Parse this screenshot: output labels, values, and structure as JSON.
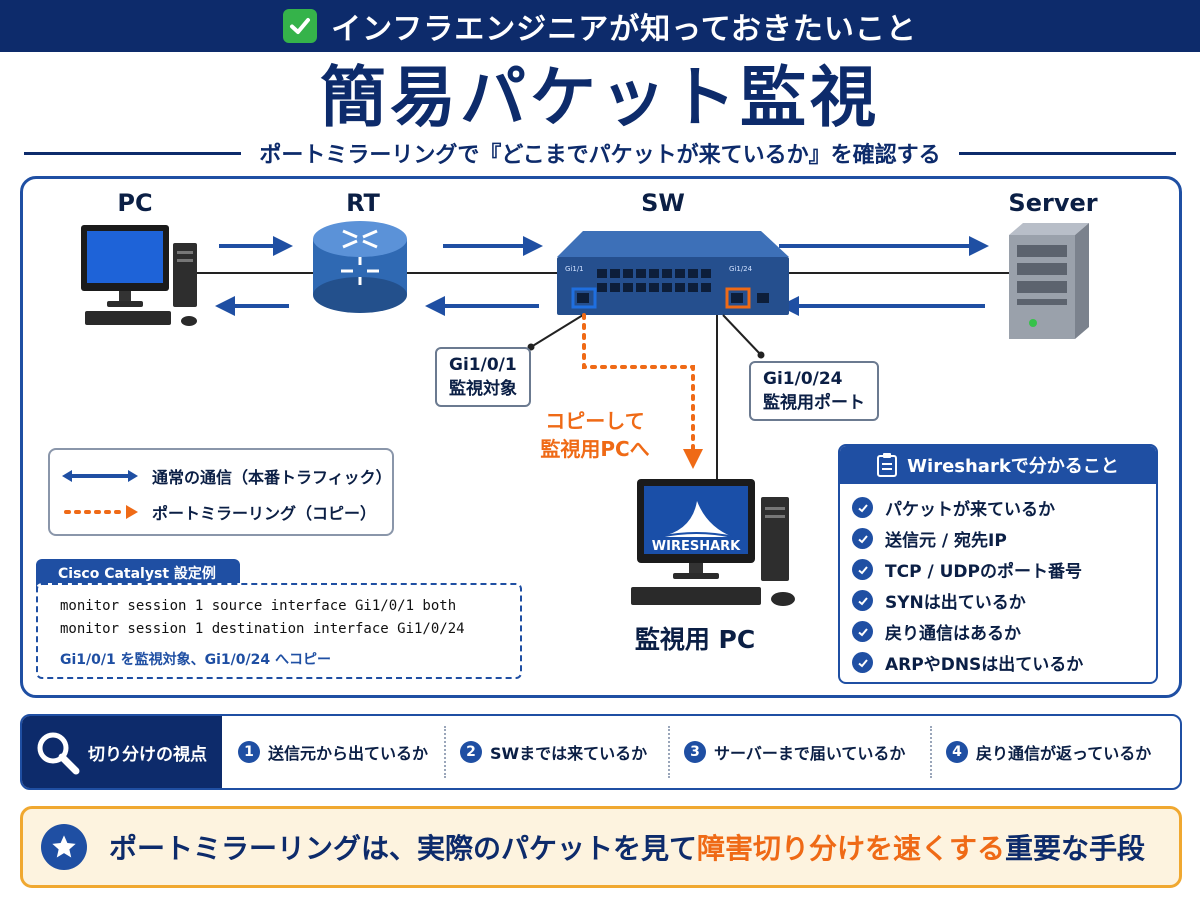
{
  "header": {
    "banner": "インフラエンジニアが知っておきたいこと",
    "title": "簡易パケット監視",
    "subtitle": "ポートミラーリングで『どこまでパケットが来ているか』を確認する"
  },
  "devices": {
    "pc": "PC",
    "router": "RT",
    "switch": "SW",
    "server": "Server",
    "monitor_pc": "監視用 PC",
    "wireshark_screen": "WIRESHARK"
  },
  "switch_panel": {
    "left_tag": "Gi1/1",
    "right_tag": "Gi1/24"
  },
  "callouts": {
    "source_port": "Gi1/0/1",
    "source_role": "監視対象",
    "dest_port": "Gi1/0/24",
    "dest_role": "監視用ポート",
    "copy_note_line1": "コピーして",
    "copy_note_line2": "監視用PCへ"
  },
  "legend": {
    "normal": "通常の通信（本番トラフィック）",
    "mirror": "ポートミラーリング（コピー）"
  },
  "config": {
    "tab": "Cisco Catalyst 設定例",
    "lines": [
      "monitor session 1 source interface Gi1/0/1 both",
      "monitor session 1 destination interface Gi1/0/24"
    ],
    "note": "Gi1/0/1 を監視対象、Gi1/0/24 へコピー"
  },
  "wireshark_card": {
    "title": "Wiresharkで分かること",
    "items": [
      "パケットが来ているか",
      "送信元 / 宛先IP",
      "TCP / UDPのポート番号",
      "SYNは出ているか",
      "戻り通信はあるか",
      "ARPやDNSは出ているか"
    ]
  },
  "steps": {
    "title": "切り分けの視点",
    "items": [
      {
        "num": "1",
        "label": "送信元から出ているか"
      },
      {
        "num": "2",
        "label": "SWまでは来ているか"
      },
      {
        "num": "3",
        "label": "サーバーまで届いているか"
      },
      {
        "num": "4",
        "label": "戻り通信が返っているか"
      }
    ]
  },
  "bottom": {
    "before": "ポートミラーリングは、実際のパケットを見て",
    "highlight": "障害切り分けを速くする",
    "after": "重要な手段"
  },
  "colors": {
    "navy": "#0d2b6b",
    "blue": "#1f4fa3",
    "mirror_orange": "#ef6a16",
    "check_green": "#35b34a",
    "bottom_bg": "#fdf3df",
    "bottom_border": "#f0a830"
  }
}
